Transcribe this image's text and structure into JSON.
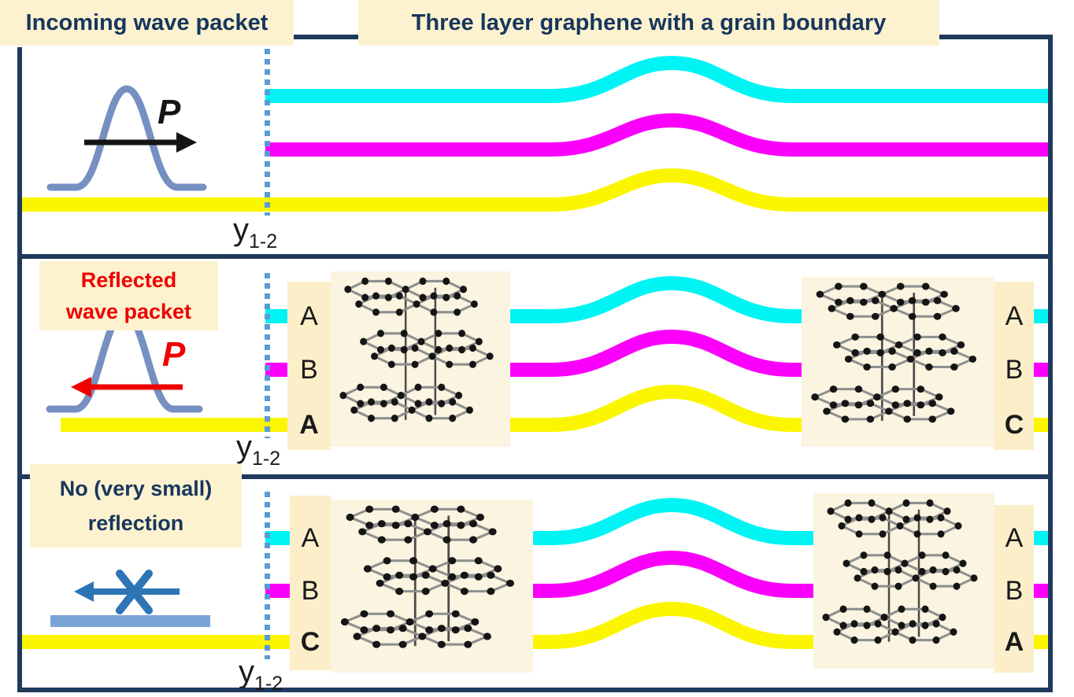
{
  "colors": {
    "border_navy": "#1f3a5c",
    "text_navy": "#17365d",
    "cream": "#fdf2cf",
    "cream_strip": "#fbeec9",
    "cream_image": "#faf4e0",
    "red": "#ee0000",
    "cyan": "#00f4f4",
    "magenta": "#fa00fa",
    "yellow": "#fbf600",
    "wave_blue": "#7590c1",
    "arrow_blue": "#2e75b6",
    "bar_blue": "#79a4d8",
    "dot_blue": "#5b9bd5"
  },
  "header": {
    "incoming_label": "Incoming wave packet",
    "title": "Three layer graphene with a grain boundary"
  },
  "boundary_label": {
    "base": "y",
    "sub": "1-2"
  },
  "panels": {
    "top": {
      "momentum_label": "P"
    },
    "middle": {
      "caption_line1": "Reflected",
      "caption_line2": "wave packet",
      "momentum_label": "P",
      "left_stack": [
        "A",
        "B",
        "A"
      ],
      "right_stack": [
        "A",
        "B",
        "C"
      ]
    },
    "bottom": {
      "caption_line1": "No (very small)",
      "caption_line2": "reflection",
      "left_stack": [
        "A",
        "B",
        "C"
      ],
      "right_stack": [
        "A",
        "B",
        "A"
      ]
    }
  }
}
